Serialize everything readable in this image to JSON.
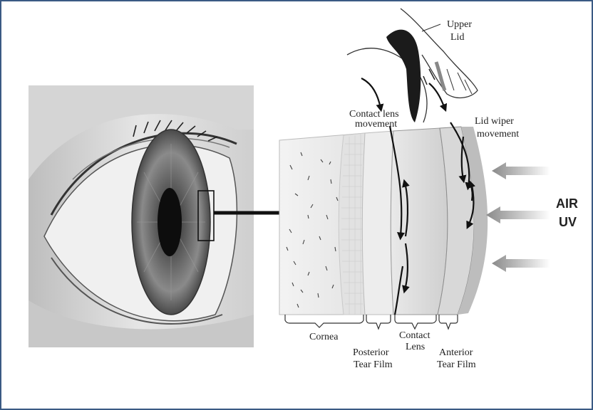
{
  "labels": {
    "upper_lid_1": "Upper",
    "upper_lid_2": "Lid",
    "contact_lens_movement_1": "Contact lens",
    "contact_lens_movement_2": "movement",
    "lid_wiper_1": "Lid wiper",
    "lid_wiper_2": "movement",
    "air": "AIR",
    "uv": "UV",
    "cornea": "Cornea",
    "posterior_1": "Posterior",
    "posterior_2": "Tear Film",
    "contact_lens_1": "Contact",
    "contact_lens_2": "Lens",
    "anterior_1": "Anterior",
    "anterior_2": "Tear Film"
  },
  "icons": {
    "eye": "eye-illustration-icon",
    "arrow": "arrow-left-icon"
  },
  "colors": {
    "frame": "#3a5a84",
    "ink": "#222222",
    "arrow": "#8a8a8a"
  }
}
